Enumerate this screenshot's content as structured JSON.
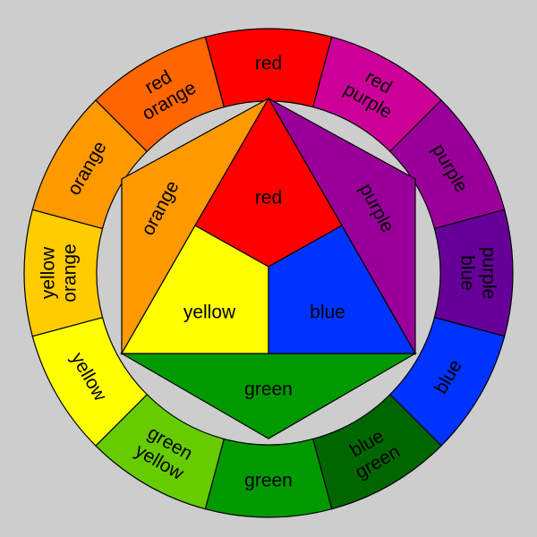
{
  "background": "#cdcdcd",
  "outline_color": "#000000",
  "ring_segments": [
    {
      "lines": [
        "red"
      ],
      "color": "#ff0000"
    },
    {
      "lines": [
        "red",
        "purple"
      ],
      "color": "#cc0099"
    },
    {
      "lines": [
        "purple"
      ],
      "color": "#990099"
    },
    {
      "lines": [
        "purple",
        "blue"
      ],
      "color": "#660099"
    },
    {
      "lines": [
        "blue"
      ],
      "color": "#0033ff"
    },
    {
      "lines": [
        "blue",
        "green"
      ],
      "color": "#006600"
    },
    {
      "lines": [
        "green"
      ],
      "color": "#009900"
    },
    {
      "lines": [
        "green",
        "yellow"
      ],
      "color": "#66cc00"
    },
    {
      "lines": [
        "yellow"
      ],
      "color": "#ffff00"
    },
    {
      "lines": [
        "yellow",
        "orange"
      ],
      "color": "#ffcc00"
    },
    {
      "lines": [
        "orange"
      ],
      "color": "#ff9900"
    },
    {
      "lines": [
        "red",
        "orange"
      ],
      "color": "#ff6600"
    }
  ],
  "inner_regions": {
    "red": {
      "label": "red",
      "color": "#ff0000"
    },
    "yellow": {
      "label": "yellow",
      "color": "#ffff00"
    },
    "blue": {
      "label": "blue",
      "color": "#0033ff"
    },
    "orange": {
      "label": "orange",
      "color": "#ff9900"
    },
    "purple": {
      "label": "purple",
      "color": "#990099"
    },
    "green": {
      "label": "green",
      "color": "#009900"
    }
  }
}
